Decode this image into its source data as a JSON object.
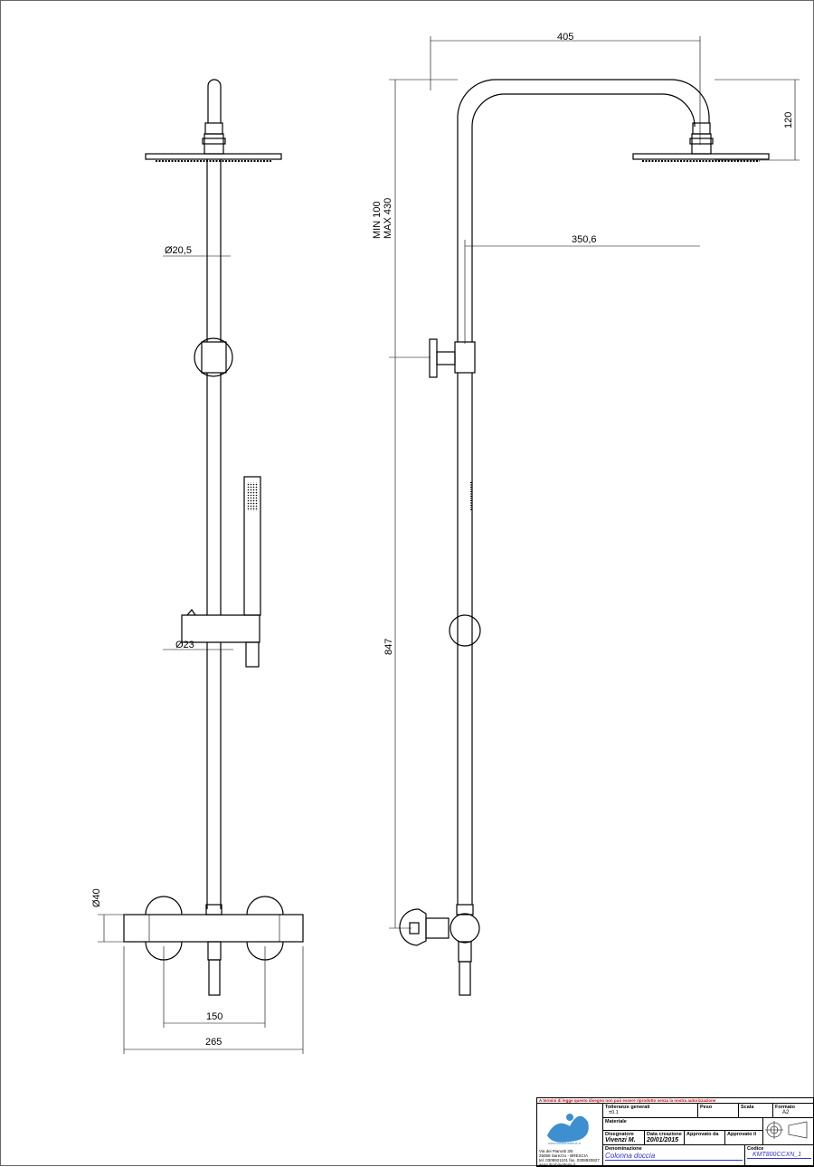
{
  "dimensions": {
    "head_diameter": "Ø20,5",
    "holder_diameter": "Ø23",
    "mixer_diameter": "Ø40",
    "centers": "150",
    "mixer_width": "265",
    "arm_length": "405",
    "head_height": "120",
    "adjust_range": "MIN 100\nMAX 430",
    "adjust_min": "MIN 100",
    "adjust_max": "MAX 430",
    "arm_projection": "350,6",
    "height": "847"
  },
  "title_block": {
    "notice": "A termini di legge questo disegno non può essere riprodotto senza la nostra autorizzazione",
    "tolerance_label": "Tolleranze generali",
    "tolerance_value": "±0.1",
    "weight_label": "Peso",
    "scale_label": "Scala",
    "format_label": "Formato",
    "format_value": "A2",
    "material_label": "Materiale",
    "designer_label": "Disegnatore",
    "designer_value": "Vivenzi M.",
    "date_label": "Data creazione",
    "date_value": "20/01/2015",
    "approved_by_label": "Approvato da",
    "approved_on_label": "Approvato il",
    "name_label": "Denominazione",
    "name_value": "Colonna doccia",
    "code_label": "Codice",
    "code_value": "KMT800CCXN_1",
    "logo_url_text": "www.ibrubinetterie.it",
    "address": [
      "Via dei Pianotti 3/5",
      "25068 Sarezzo - BRESCIA",
      "tel. 0308921101 fax. 0308920827",
      "www.ibrubinetterie.it"
    ],
    "logo_color": "#3d8fcf",
    "notice_color": "#d40000",
    "link_color": "#3333cc"
  }
}
